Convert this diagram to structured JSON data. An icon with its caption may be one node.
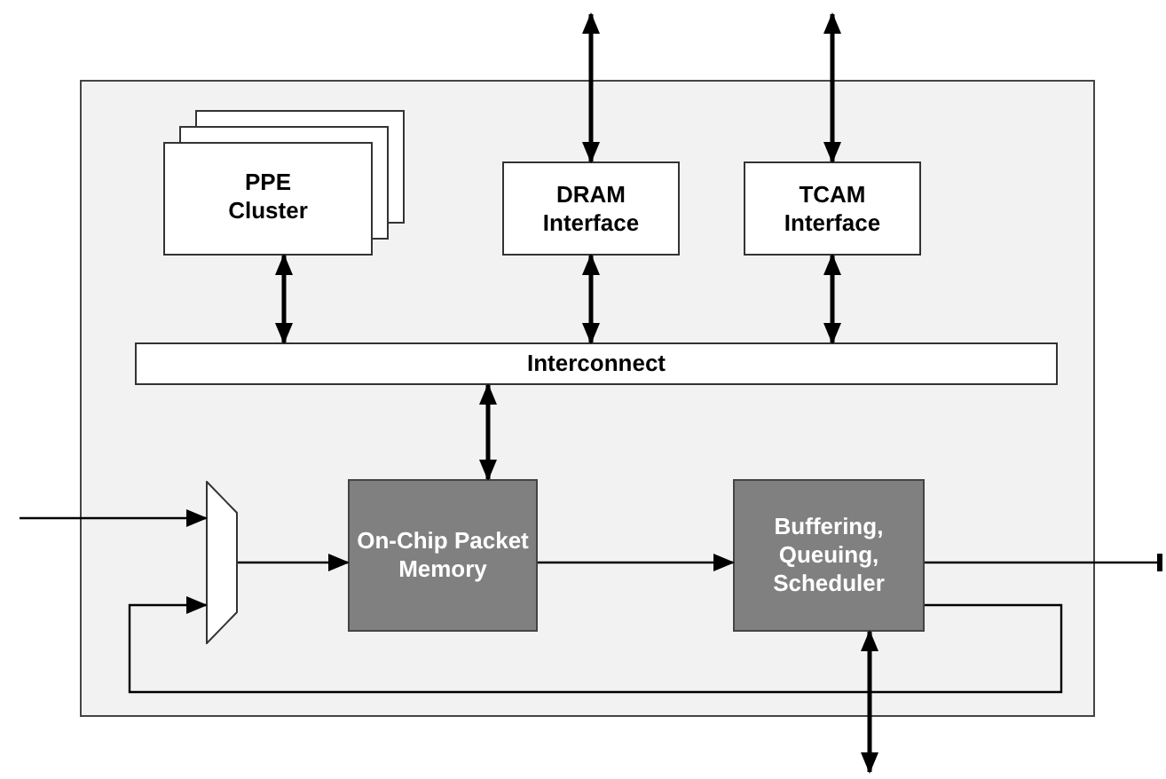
{
  "diagram": {
    "nodes": [
      {
        "text": [],
        "shape": "box"
      },
      {
        "text": [
          "PPE Cluster"
        ],
        "in": 0
      },
      {
        "text": [
          "DRAM Interface"
        ],
        "in": 0
      },
      {
        "text": [
          "TCAM Interface"
        ],
        "in": 0
      },
      {
        "text": [
          "Interconnect"
        ],
        "in": 0
      },
      {
        "text": [],
        "shape": "trapezoid",
        "in": 0
      },
      {
        "text": [
          "On-Chip Packet Memory"
        ],
        "in": 0
      },
      {
        "text": [
          "Buffering, Queuing, Scheduler"
        ],
        "in": 0
      }
    ],
    "edges": [
      {
        "from": null,
        "to": 2,
        "arrow": "both"
      },
      {
        "from": null,
        "to": 3,
        "arrow": "both"
      },
      {
        "from": 1,
        "to": 4,
        "arrow": "both"
      },
      {
        "from": 2,
        "to": 4,
        "arrow": "both"
      },
      {
        "from": 3,
        "to": 4,
        "arrow": "both"
      },
      {
        "from": 4,
        "to": 6,
        "arrow": "both"
      },
      {
        "from": null,
        "to": 5,
        "arrow": "to"
      },
      {
        "from": 5,
        "to": 6,
        "arrow": "to"
      },
      {
        "from": 6,
        "to": 7,
        "arrow": "to"
      },
      {
        "from": 7,
        "to": null,
        "arrow": "other"
      },
      {
        "from": 7,
        "to": 5,
        "arrow": "to"
      },
      {
        "from": 7,
        "to": null,
        "arrow": "both"
      }
    ]
  }
}
